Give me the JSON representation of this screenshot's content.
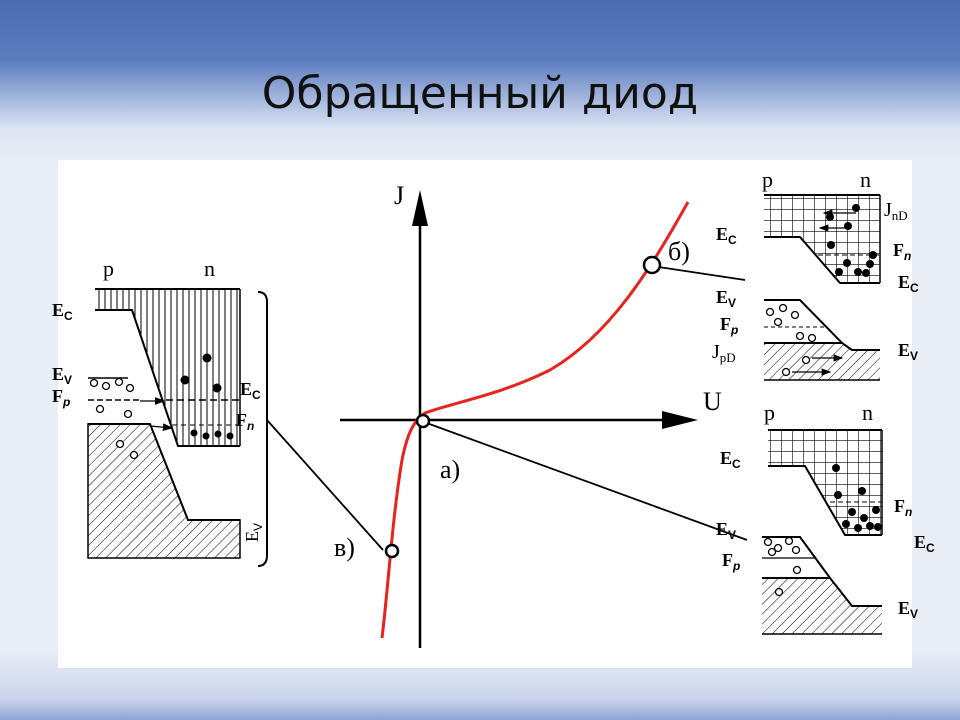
{
  "slide": {
    "title": "Обращенный диод"
  },
  "colors": {
    "header": "#4a6cb0",
    "curve": "#e8221c",
    "ink": "#000000"
  },
  "main_graph": {
    "y_axis": "J",
    "x_axis": "U",
    "points": {
      "a": "а)",
      "b": "б)",
      "v": "в)"
    }
  },
  "left_diagram": {
    "p": "p",
    "n": "n",
    "Ec_left": {
      "main": "E",
      "sub": "C"
    },
    "Ev_left": {
      "main": "E",
      "sub": "V"
    },
    "Fp": {
      "main": "F",
      "sub": "p"
    },
    "Ec_right": {
      "main": "E",
      "sub": "C"
    },
    "Fn": {
      "main": "F",
      "sub": "n"
    },
    "Ev_right": {
      "main": "E",
      "sub": "V"
    }
  },
  "right_top_diagram": {
    "p": "p",
    "n": "n",
    "Ec_left": {
      "main": "E",
      "sub": "C"
    },
    "JnD": {
      "main": "J",
      "sub": "nD"
    },
    "Fn": {
      "main": "F",
      "sub": "n"
    },
    "Ec_right": {
      "main": "E",
      "sub": "C"
    },
    "Ev_left": {
      "main": "E",
      "sub": "V"
    },
    "Fp": {
      "main": "F",
      "sub": "p"
    },
    "JpD": {
      "main": "J",
      "sub": "pD"
    },
    "Ev_right": {
      "main": "E",
      "sub": "V"
    }
  },
  "right_bottom_diagram": {
    "p": "p",
    "n": "n",
    "Ec_left": {
      "main": "E",
      "sub": "C"
    },
    "Fn": {
      "main": "F",
      "sub": "n"
    },
    "Ev_left": {
      "main": "E",
      "sub": "V"
    },
    "Ec_right": {
      "main": "E",
      "sub": "C"
    },
    "Fp": {
      "main": "F",
      "sub": "p"
    },
    "Ev_right": {
      "main": "E",
      "sub": "V"
    }
  }
}
